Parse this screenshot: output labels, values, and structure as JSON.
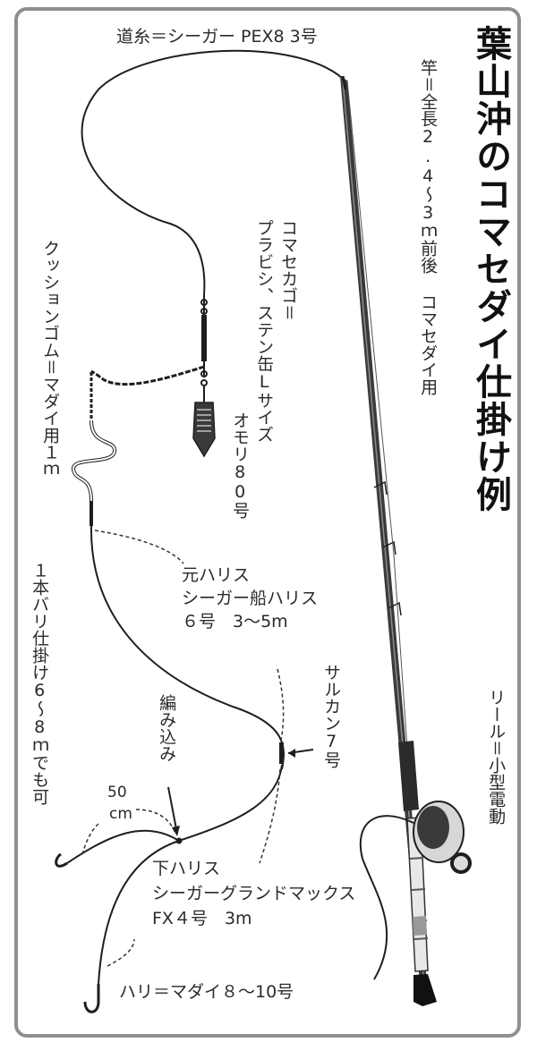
{
  "title": "葉山沖のコマセダイ仕掛け例",
  "labels": {
    "main_line": "道糸＝シーガー PEX8 3号",
    "rod": "竿＝全長2.4～3ｍ前後 コマセダイ用",
    "komase_kago_1": "コマセカゴ＝",
    "komase_kago_2": "プラビシ、ステン缶Lサイズ",
    "sinker": "オモリ80号",
    "cushion_gum": "クッションゴム＝マダイ用１ｍ",
    "one_hook_rig": "１本バリ仕掛け6～8ｍでも可",
    "moto_harisu_1": "元ハリス",
    "moto_harisu_2": "シーガー船ハリス",
    "moto_harisu_3": "６号　3～5m",
    "swivel": "サルカン7号",
    "knot": "編み込み",
    "branch_length_1": "50",
    "branch_length_2": "cm",
    "shita_harisu_1": "下ハリス",
    "shita_harisu_2": "シーガーグランドマックス",
    "shita_harisu_3": "FX４号　3m",
    "hook": "ハリ＝マダイ８～10号",
    "reel": "リール＝小型電動"
  },
  "colors": {
    "frame": "#8f8f8f",
    "line": "#1e1e1e",
    "text": "#2a2a2a"
  }
}
